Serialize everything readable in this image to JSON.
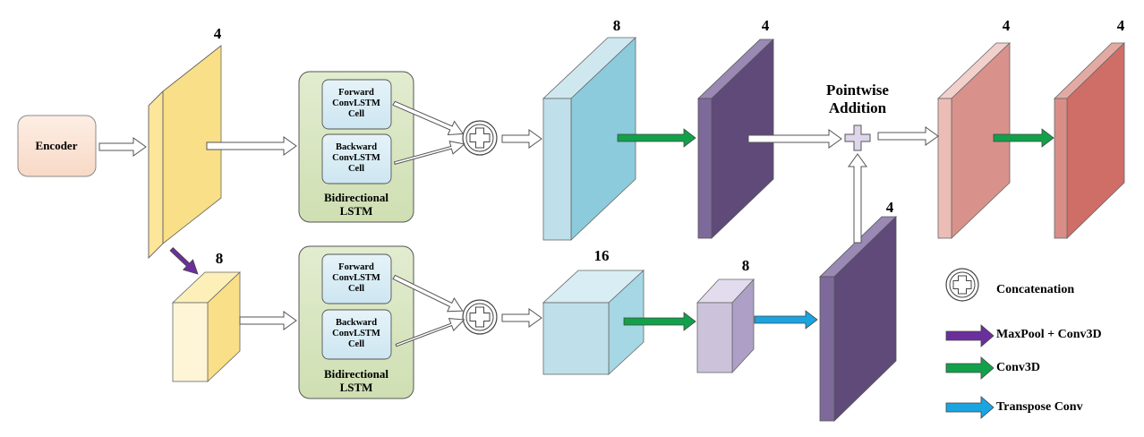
{
  "diagram": {
    "encoder": "Encoder",
    "pointwise_addition": "Pointwise\nAddition",
    "top_row": {
      "block1_channels": "4",
      "bilstm": {
        "forward": "Forward\nConvLSTM\nCell",
        "backward": "Backward\nConvLSTM\nCell",
        "label": "Bidirectional\nLSTM"
      },
      "block2_channels": "8",
      "block3_channels": "4",
      "block4_channels": "4",
      "block5_channels": "4"
    },
    "bottom_row": {
      "block1_channels": "8",
      "bilstm": {
        "forward": "Forward\nConvLSTM\nCell",
        "backward": "Backward\nConvLSTM\nCell",
        "label": "Bidirectional\nLSTM"
      },
      "block2_channels": "16",
      "block3_channels": "8",
      "block4_channels": "4"
    },
    "legend": {
      "concatenation": "Concatenation",
      "maxpool": "MaxPool + Conv3D",
      "conv3d": "Conv3D",
      "transpose": "Transpose Conv"
    }
  },
  "colors": {
    "yellow_front": "#fde69a",
    "yellow_side": "#f8df88",
    "light_yellow_front": "#fef5d6",
    "light_blue_front": "#bfe0ea",
    "teal_side": "#8ccbdb",
    "purple_front": "#6b5689",
    "purple_side": "#5f4a7a",
    "lavender_front": "#ccc3db",
    "lavender_side": "#ad9fc6",
    "pink_front": "#e8aaa4",
    "pink_side": "#d9928b",
    "red_side": "#cf6e66",
    "bilstm_bg": "#d6e4bd",
    "cell_bg": "#d9ecf5",
    "encoder_bg": "#fbe3d6",
    "arrow_green": "#12a14a",
    "arrow_purple": "#6b2f9c",
    "arrow_cyan": "#1aa5e0"
  }
}
